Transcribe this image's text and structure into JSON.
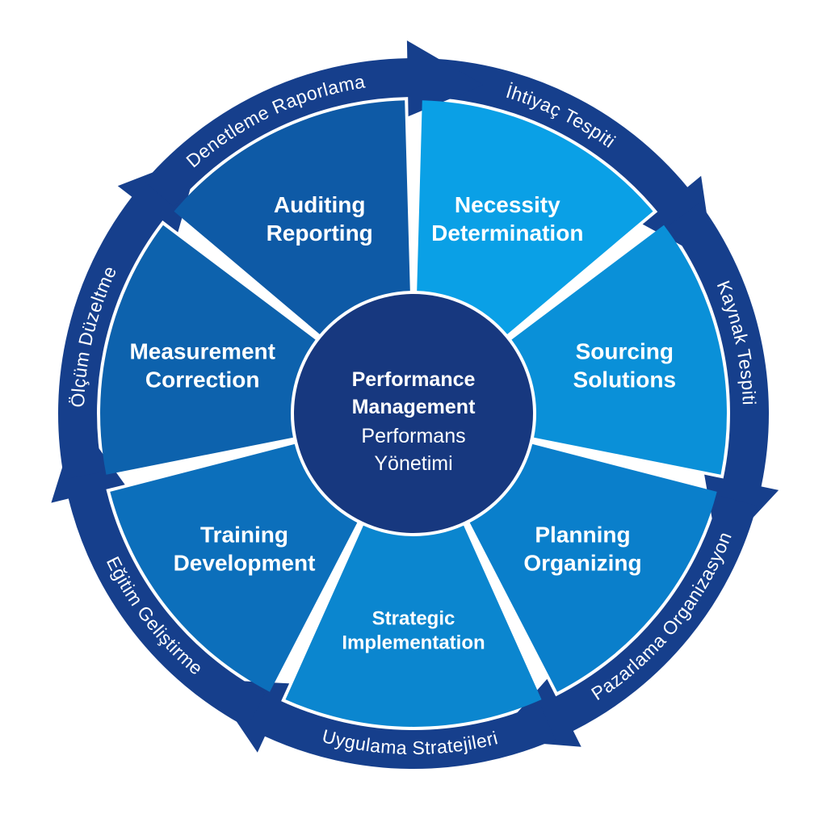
{
  "center": {
    "title_line1": "Performance",
    "title_line2": "Management",
    "subtitle_line1": "Performans",
    "subtitle_line2": "Yönetimi"
  },
  "segments": [
    {
      "title_lines": [
        "Necessity",
        "Determination"
      ],
      "ring_label": "İhtiyaç Tespiti",
      "color": "#0aa0e6"
    },
    {
      "title_lines": [
        "Sourcing",
        "Solutions"
      ],
      "ring_label": "Kaynak Tespiti",
      "color": "#0a90d8"
    },
    {
      "title_lines": [
        "Planning",
        "Organizing"
      ],
      "ring_label": "Pazarlama Organizasyon",
      "color": "#0a7fcb"
    },
    {
      "title_lines": [
        "Strategic",
        "Implementation"
      ],
      "ring_label": "Uygulama Stratejileri",
      "color": "#0b86cf"
    },
    {
      "title_lines": [
        "Training",
        "Development"
      ],
      "ring_label": "Eğitim Geliştirme",
      "color": "#0c6fbb"
    },
    {
      "title_lines": [
        "Measurement",
        "Correction"
      ],
      "ring_label": "Ölçüm Düzeltme",
      "color": "#0d62ad"
    },
    {
      "title_lines": [
        "Auditing",
        "Reporting"
      ],
      "ring_label": "Denetleme Raporlama",
      "color": "#0e5aa6"
    }
  ],
  "colors": {
    "ring": "#163f8c",
    "center": "#17387f",
    "background": "#ffffff"
  }
}
